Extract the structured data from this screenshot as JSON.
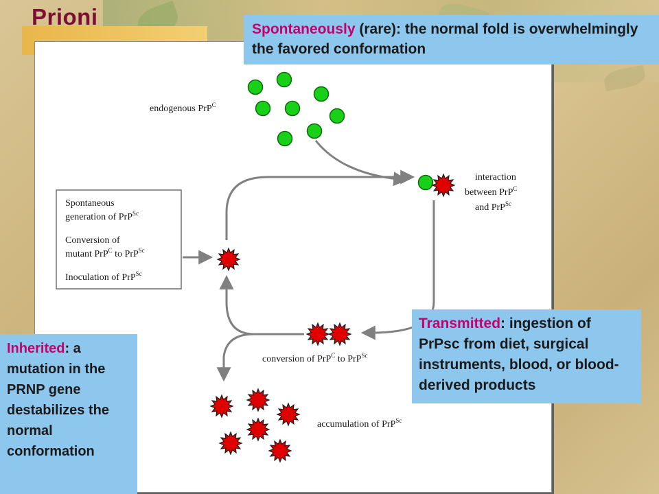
{
  "slide": {
    "title": "Prioni"
  },
  "callouts": {
    "top": {
      "keyword": "Spontaneously",
      "text": " (rare): the normal fold is overwhelmingly the favored conformation"
    },
    "right": {
      "keyword": "Transmitted",
      "text": ": ingestion of PrPsc from diet, surgical instruments, blood, or blood-derived products"
    },
    "left": {
      "keyword": "Inherited",
      "text": ": a mutation in the PRNP gene destabilizes the normal conformation"
    }
  },
  "diagram": {
    "endogenous": {
      "text": "endogenous PrP",
      "sup": "C"
    },
    "interaction": {
      "line1": "interaction",
      "line2_text": "between PrP",
      "line2_sup": "C",
      "line3_text": "and PrP",
      "line3_sup": "Sc"
    },
    "sources_box": {
      "l1": "Spontaneous",
      "l2_text": "generation of PrP",
      "l2_sup": "Sc",
      "l3": "Conversion of",
      "l4_a": "mutant PrP",
      "l4_sup1": "C",
      "l4_b": " to PrP",
      "l4_sup2": "Sc",
      "l5_text": "Inoculation of PrP",
      "l5_sup": "Sc"
    },
    "conversion": {
      "a": "conversion of PrP",
      "sup1": "C",
      "b": " to PrP",
      "sup2": "Sc"
    },
    "accumulation": {
      "text": "accumulation of PrP",
      "sup": "Sc"
    },
    "colors": {
      "normal_protein": "#18d018",
      "prion": "#e00000",
      "arrow": "#808080"
    }
  }
}
